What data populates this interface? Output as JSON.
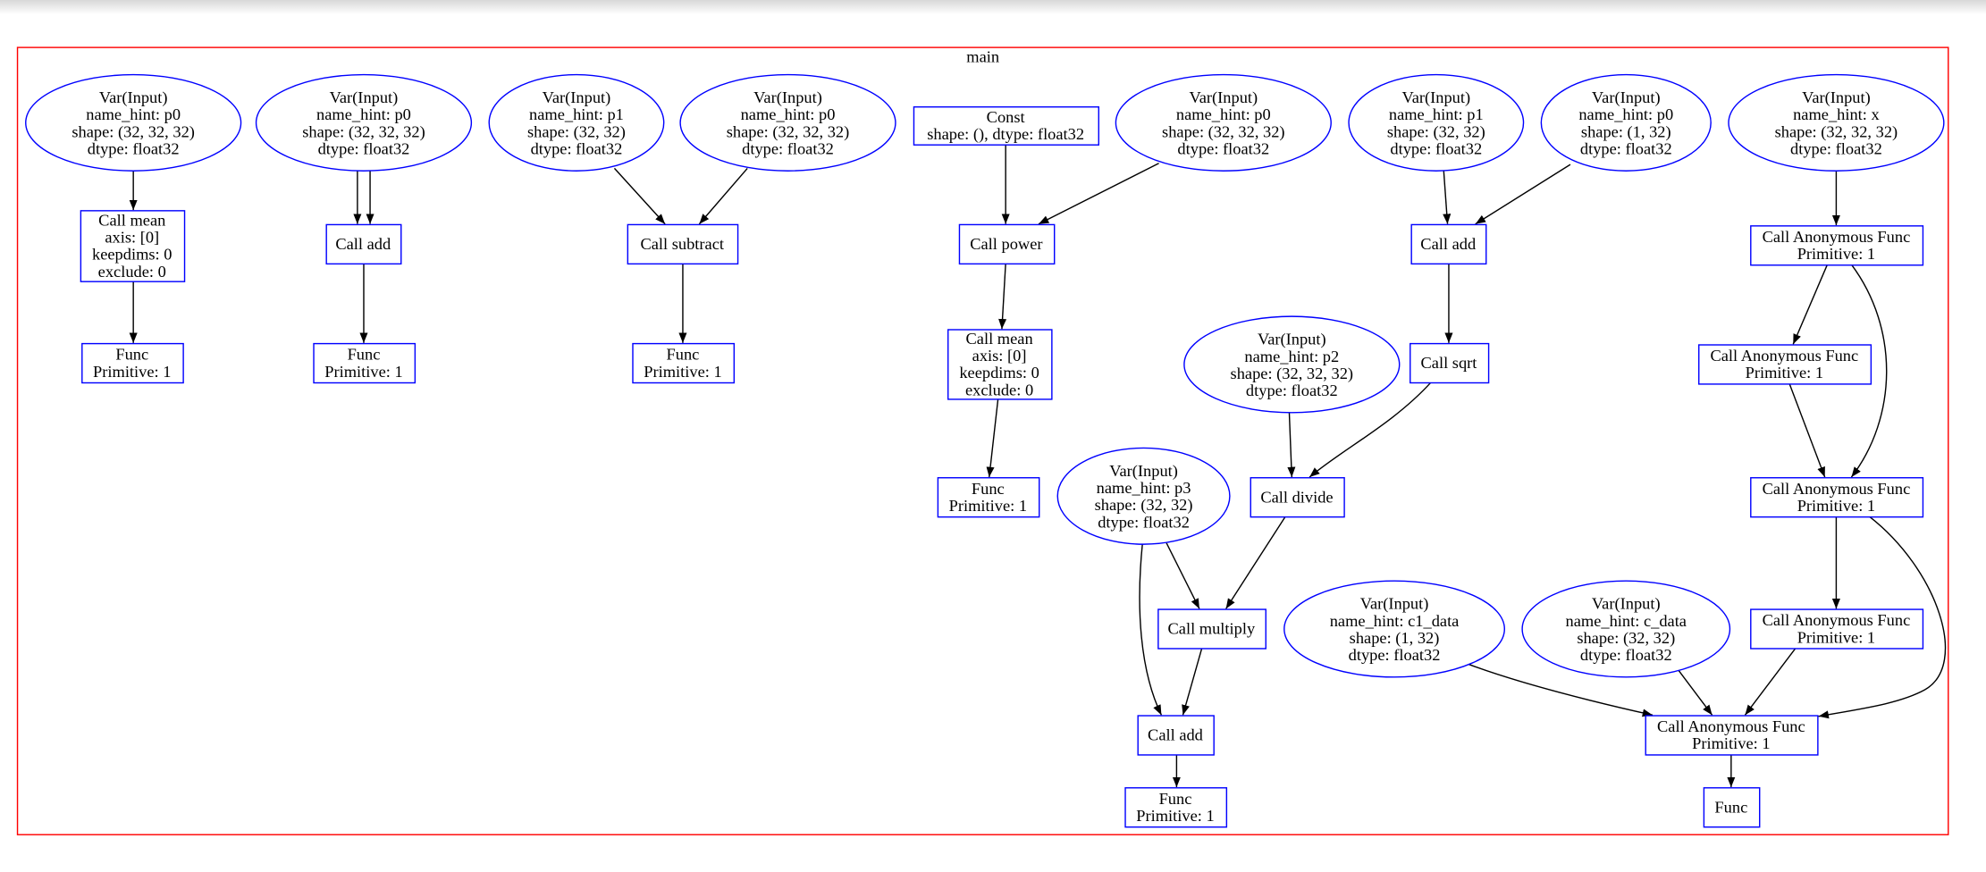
{
  "graph": {
    "title": "main",
    "cluster_color": "#ff0000",
    "node_color": "#0000ff",
    "edge_color": "#000000"
  },
  "nodes": [
    {
      "id": "v1",
      "lines": [
        "Var(Input)",
        "name_hint: p0",
        "shape: (32, 32, 32)",
        "dtype: float32"
      ]
    },
    {
      "id": "v2",
      "lines": [
        "Var(Input)",
        "name_hint: p0",
        "shape: (32, 32, 32)",
        "dtype: float32"
      ]
    },
    {
      "id": "v3",
      "lines": [
        "Var(Input)",
        "name_hint: p1",
        "shape: (32, 32)",
        "dtype: float32"
      ]
    },
    {
      "id": "v4",
      "lines": [
        "Var(Input)",
        "name_hint: p0",
        "shape: (32, 32, 32)",
        "dtype: float32"
      ]
    },
    {
      "id": "const",
      "lines": [
        "Const",
        "shape: (), dtype: float32"
      ]
    },
    {
      "id": "v5",
      "lines": [
        "Var(Input)",
        "name_hint: p0",
        "shape: (32, 32, 32)",
        "dtype: float32"
      ]
    },
    {
      "id": "v6",
      "lines": [
        "Var(Input)",
        "name_hint: p1",
        "shape: (32, 32)",
        "dtype: float32"
      ]
    },
    {
      "id": "v7",
      "lines": [
        "Var(Input)",
        "name_hint: p0",
        "shape: (1, 32)",
        "dtype: float32"
      ]
    },
    {
      "id": "v8",
      "lines": [
        "Var(Input)",
        "name_hint: x",
        "shape: (32, 32, 32)",
        "dtype: float32"
      ]
    },
    {
      "id": "mean1",
      "lines": [
        "Call mean",
        "axis: [0]",
        "keepdims: 0",
        "exclude: 0"
      ]
    },
    {
      "id": "add1",
      "lines": [
        "Call add"
      ]
    },
    {
      "id": "sub",
      "lines": [
        "Call subtract"
      ]
    },
    {
      "id": "power",
      "lines": [
        "Call power"
      ]
    },
    {
      "id": "add2",
      "lines": [
        "Call add"
      ]
    },
    {
      "id": "anon1",
      "lines": [
        "Call Anonymous Func",
        "Primitive: 1"
      ]
    },
    {
      "id": "func1",
      "lines": [
        "Func",
        "Primitive: 1"
      ]
    },
    {
      "id": "func2",
      "lines": [
        "Func",
        "Primitive: 1"
      ]
    },
    {
      "id": "func3",
      "lines": [
        "Func",
        "Primitive: 1"
      ]
    },
    {
      "id": "mean2",
      "lines": [
        "Call mean",
        "axis: [0]",
        "keepdims: 0",
        "exclude: 0"
      ]
    },
    {
      "id": "v9",
      "lines": [
        "Var(Input)",
        "name_hint: p2",
        "shape: (32, 32, 32)",
        "dtype: float32"
      ]
    },
    {
      "id": "sqrt",
      "lines": [
        "Call sqrt"
      ]
    },
    {
      "id": "anon2",
      "lines": [
        "Call Anonymous Func",
        "Primitive: 1"
      ]
    },
    {
      "id": "func4",
      "lines": [
        "Func",
        "Primitive: 1"
      ]
    },
    {
      "id": "v10",
      "lines": [
        "Var(Input)",
        "name_hint: p3",
        "shape: (32, 32)",
        "dtype: float32"
      ]
    },
    {
      "id": "divide",
      "lines": [
        "Call divide"
      ]
    },
    {
      "id": "anon3",
      "lines": [
        "Call Anonymous Func",
        "Primitive: 1"
      ]
    },
    {
      "id": "multiply",
      "lines": [
        "Call multiply"
      ]
    },
    {
      "id": "v11",
      "lines": [
        "Var(Input)",
        "name_hint: c1_data",
        "shape: (1, 32)",
        "dtype: float32"
      ]
    },
    {
      "id": "v12",
      "lines": [
        "Var(Input)",
        "name_hint: c_data",
        "shape: (32, 32)",
        "dtype: float32"
      ]
    },
    {
      "id": "anon4",
      "lines": [
        "Call Anonymous Func",
        "Primitive: 1"
      ]
    },
    {
      "id": "add3",
      "lines": [
        "Call add"
      ]
    },
    {
      "id": "anon5",
      "lines": [
        "Call Anonymous Func",
        "Primitive: 1"
      ]
    },
    {
      "id": "func5",
      "lines": [
        "Func",
        "Primitive: 1"
      ]
    },
    {
      "id": "func6",
      "lines": [
        "Func"
      ]
    }
  ],
  "edges": [
    {
      "from": "v1",
      "to": "mean1"
    },
    {
      "from": "v2",
      "to": "add1"
    },
    {
      "from": "v2",
      "to": "add1"
    },
    {
      "from": "v3",
      "to": "sub"
    },
    {
      "from": "v4",
      "to": "sub"
    },
    {
      "from": "mean1",
      "to": "func1"
    },
    {
      "from": "add1",
      "to": "func2"
    },
    {
      "from": "sub",
      "to": "func3"
    },
    {
      "from": "const",
      "to": "power"
    },
    {
      "from": "v5",
      "to": "power"
    },
    {
      "from": "power",
      "to": "mean2"
    },
    {
      "from": "mean2",
      "to": "func4"
    },
    {
      "from": "v6",
      "to": "add2"
    },
    {
      "from": "v7",
      "to": "add2"
    },
    {
      "from": "add2",
      "to": "sqrt"
    },
    {
      "from": "v9",
      "to": "divide"
    },
    {
      "from": "sqrt",
      "to": "divide"
    },
    {
      "from": "divide",
      "to": "multiply"
    },
    {
      "from": "v10",
      "to": "multiply"
    },
    {
      "from": "v10",
      "to": "add3"
    },
    {
      "from": "multiply",
      "to": "add3"
    },
    {
      "from": "add3",
      "to": "func5"
    },
    {
      "from": "v8",
      "to": "anon1"
    },
    {
      "from": "anon1",
      "to": "anon2"
    },
    {
      "from": "anon1",
      "to": "anon3"
    },
    {
      "from": "anon2",
      "to": "anon3"
    },
    {
      "from": "anon3",
      "to": "anon4"
    },
    {
      "from": "anon3",
      "to": "anon5"
    },
    {
      "from": "v11",
      "to": "anon5"
    },
    {
      "from": "v12",
      "to": "anon5"
    },
    {
      "from": "anon4",
      "to": "anon5"
    },
    {
      "from": "anon5",
      "to": "func6"
    }
  ]
}
